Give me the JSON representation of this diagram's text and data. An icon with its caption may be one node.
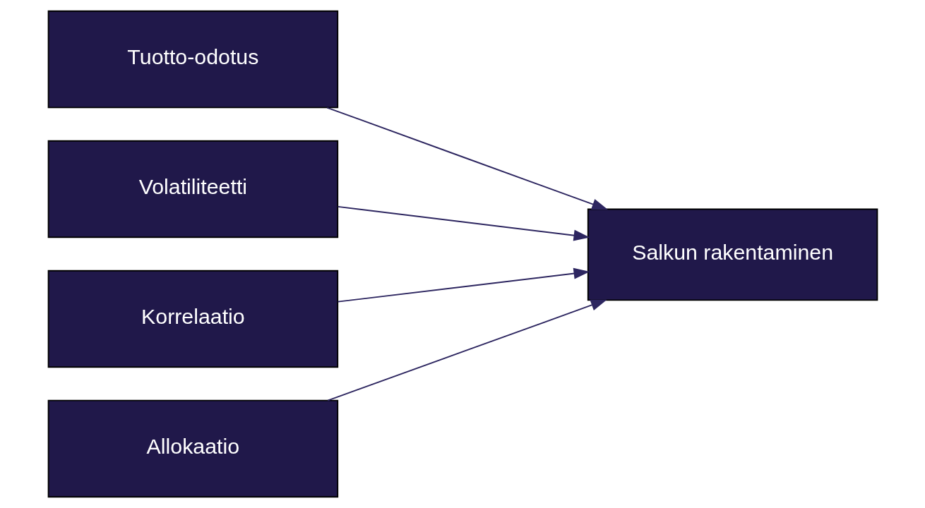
{
  "diagram": {
    "nodes": [
      {
        "text": [
          "Tuotto-odotus"
        ]
      },
      {
        "text": [
          "Volatiliteetti"
        ]
      },
      {
        "text": [
          "Korrelaatio"
        ]
      },
      {
        "text": [
          "Allokaatio"
        ]
      },
      {
        "text": [
          "Salkun rakentaminen"
        ]
      }
    ],
    "edges": [
      {
        "from": 0,
        "to": 4,
        "arrow": "to"
      },
      {
        "from": 1,
        "to": 4,
        "arrow": "to"
      },
      {
        "from": 2,
        "to": 4,
        "arrow": "to"
      },
      {
        "from": 3,
        "to": 4,
        "arrow": "to"
      }
    ]
  }
}
